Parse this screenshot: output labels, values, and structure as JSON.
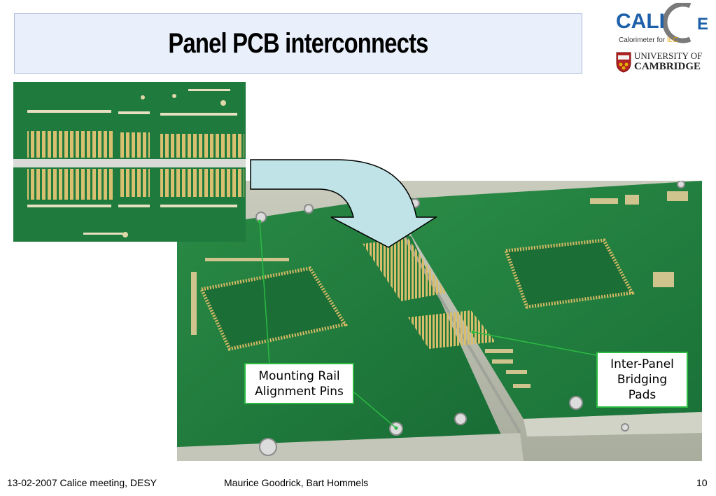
{
  "title": "Panel PCB interconnects",
  "logos": {
    "calice_letters": "CALICE",
    "calice_subtitle_prefix": "Calorimeter for ",
    "calice_subtitle_ilc": "ILC",
    "university_line1": "UNIVERSITY OF",
    "university_line2": "CAMBRIDGE"
  },
  "labels": {
    "mounting_rail_line1": "Mounting Rail",
    "mounting_rail_line2": "Alignment Pins",
    "inter_panel_line1": "Inter-Panel",
    "inter_panel_line2": "Bridging",
    "inter_panel_line3": "Pads"
  },
  "footer": {
    "left": "13-02-2007 Calice meeting, DESY",
    "center": "Maurice Goodrick, Bart Hommels",
    "page_number": "10"
  },
  "colors": {
    "title_bg": "#e9f0fb",
    "pcb_green": "#1e7a3c",
    "pad_gold": "#c8a850",
    "callout_green": "#2cba43",
    "arrow_fill": "#bfe3e6"
  }
}
